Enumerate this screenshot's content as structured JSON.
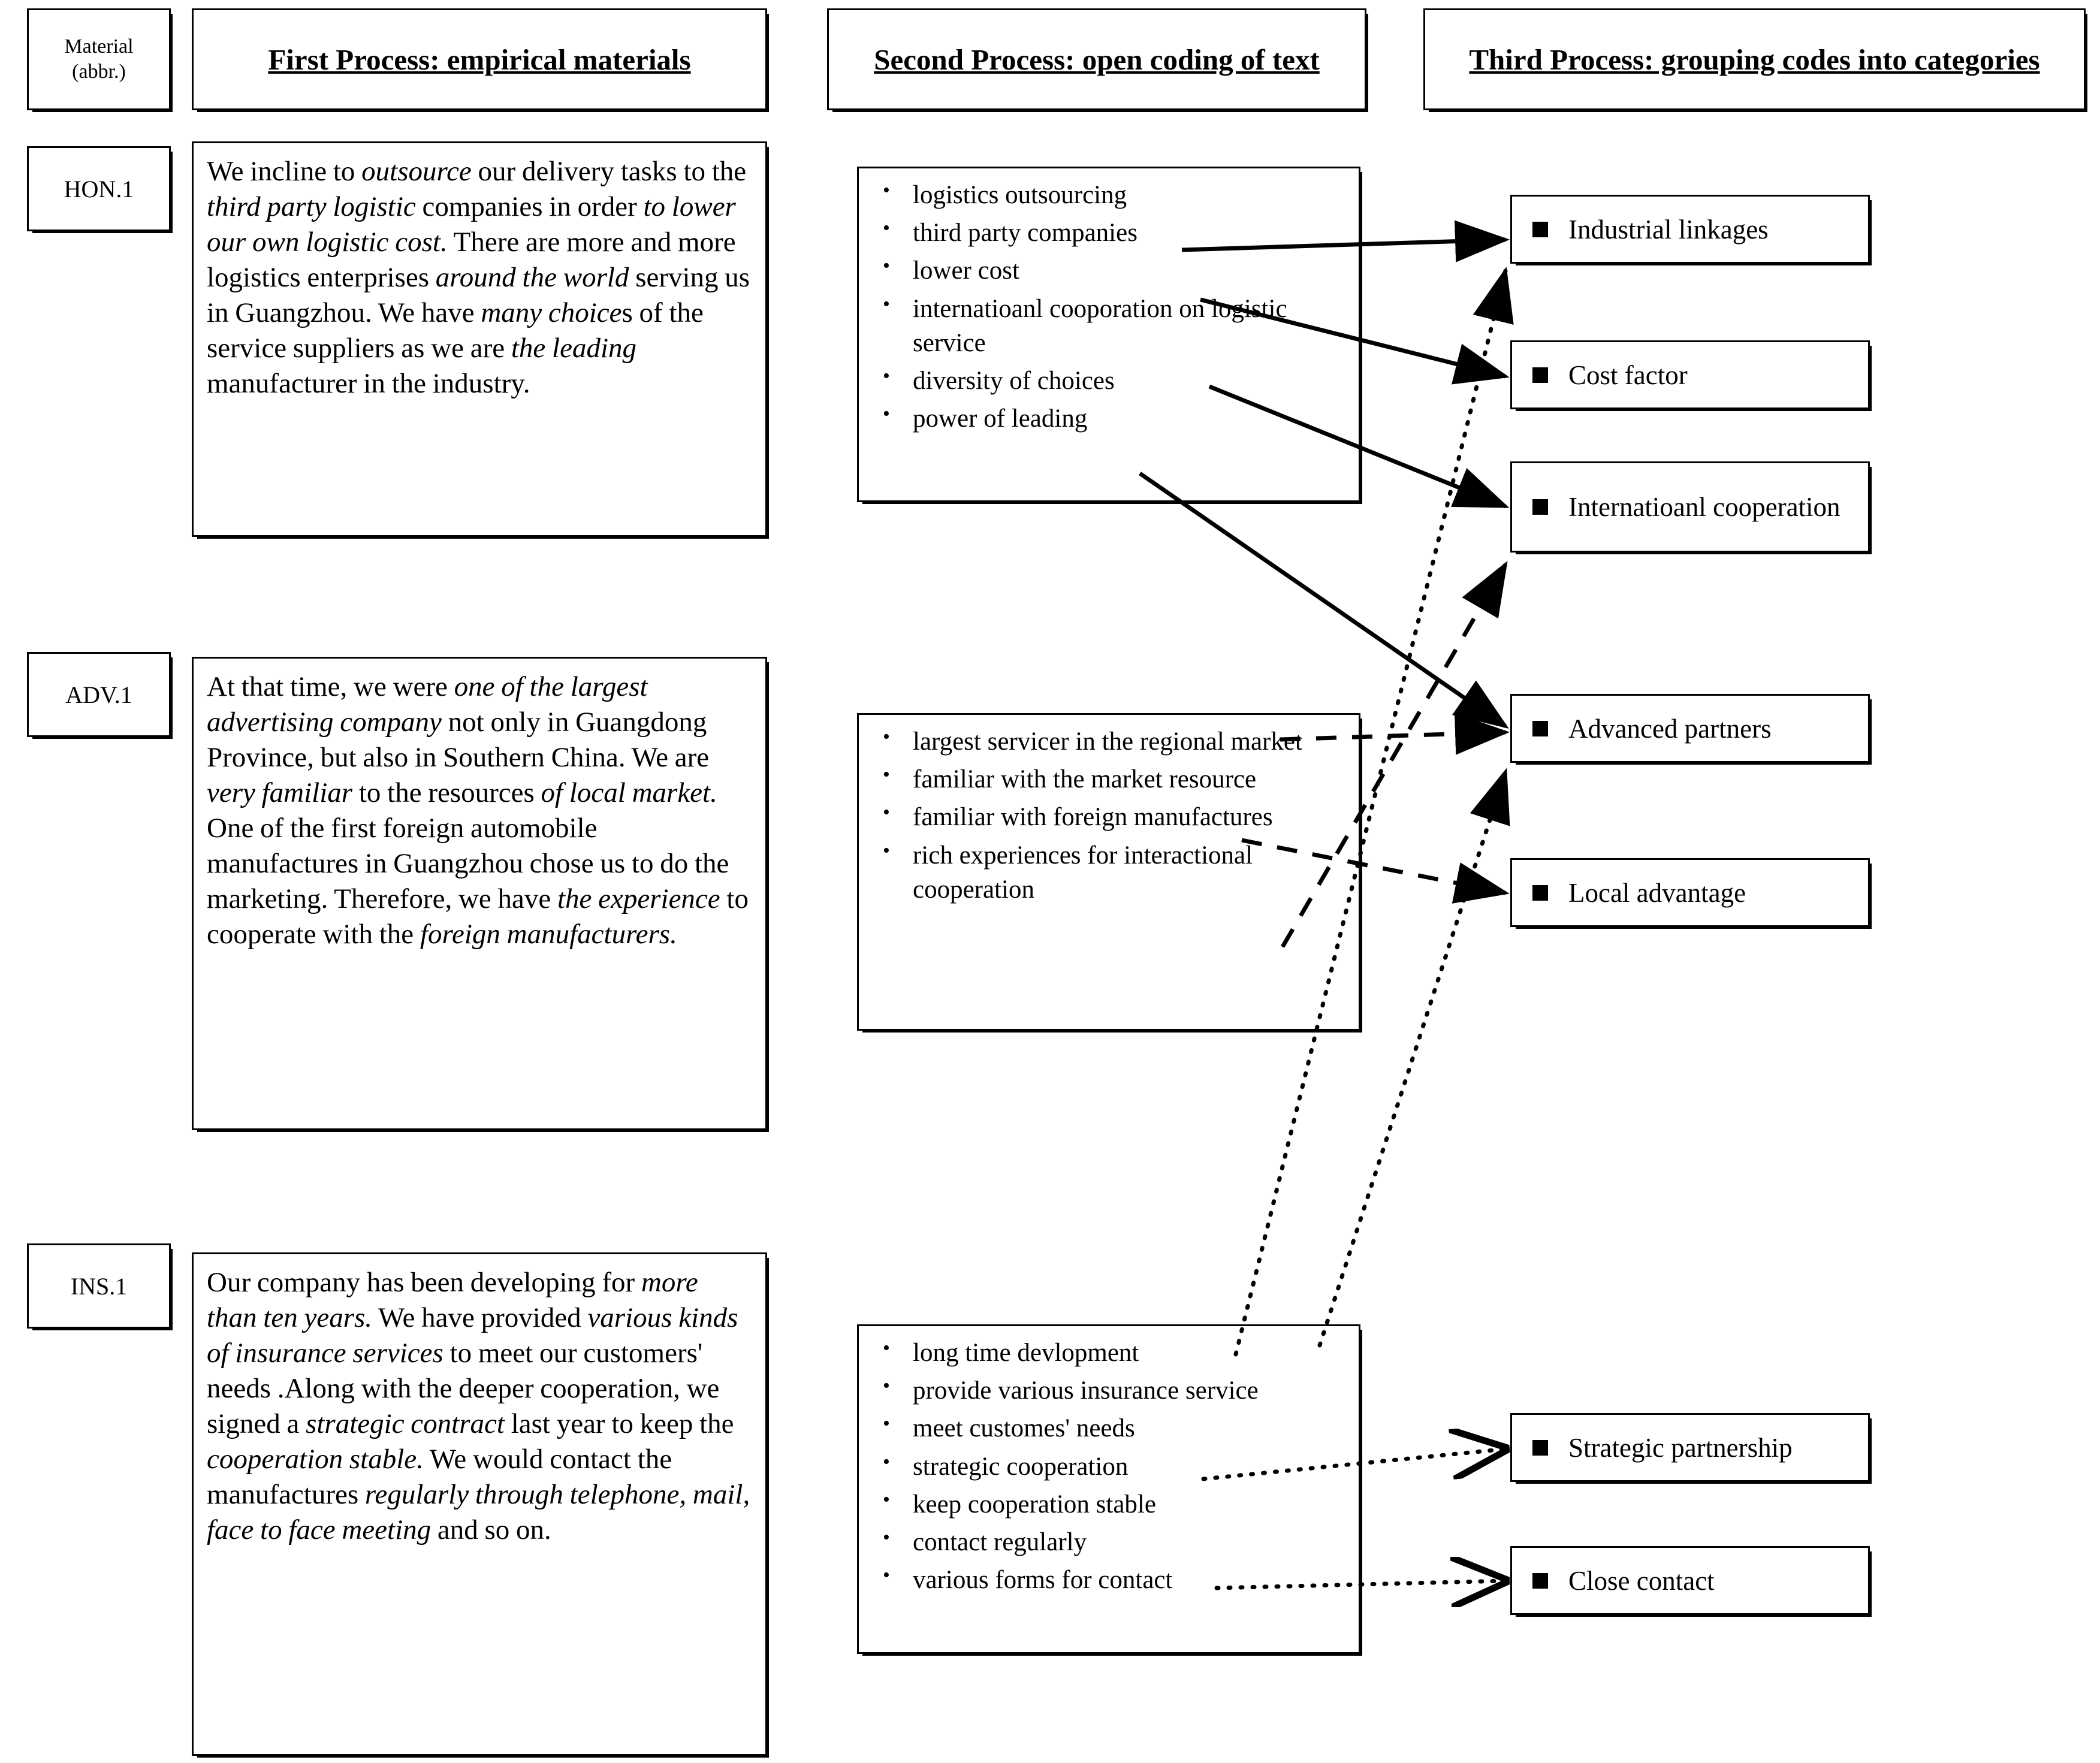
{
  "headers": {
    "material_col": [
      "Material",
      "(abbr.)"
    ],
    "first_process": "First Process: empirical materials",
    "second_process": "Second Process: open coding of text",
    "third_process": "Third Process: grouping codes into categories"
  },
  "materials": [
    {
      "abbr": "HON.1"
    },
    {
      "abbr": "ADV.1"
    },
    {
      "abbr": "INS.1"
    }
  ],
  "quotes": {
    "hon1_html": "We incline to <i>outsource</i> our delivery tasks to the <i>third party logistic</i> companies in order <i>to lower our own logistic cost.</i> There are more and more logistics enterprises <i>around the world</i> serving us in Guangzhou. We have <i>many choice</i>s of the service suppliers as we are <i>the leading</i> manufacturer in the industry.",
    "adv1_html": "At that time, we were <i>one of the largest advertising company</i> not only in Guangdong Province, but also in Southern China. We are <i>very familiar</i> to the resources <i>of local market.</i>  One of the first foreign automobile manufactures in Guangzhou chose us to do the marketing. Therefore, we have <i>the experience</i> to cooperate with the <i>foreign manufacturers.</i>",
    "ins1_html": "Our company has been developing for <i>more than ten years.</i> We have provided <i>various kinds of  insurance services</i> to meet our customers' needs .Along with the deeper cooperation, we signed a <i>strategic contract</i> last year to keep the <i>cooperation stable.</i> We would contact the manufactures <i>regularly through telephone, mail, face to face meeting</i> and so on."
  },
  "code_groups": [
    {
      "name": "hon1-codes",
      "items": [
        "logistics outsourcing",
        "third party companies",
        "lower cost",
        "internatioanl cooporation on logistic service",
        "diversity of choices",
        "power of leading"
      ]
    },
    {
      "name": "adv1-codes",
      "items": [
        "largest servicer in the regional market",
        "familiar with the market resource",
        "familiar with foreign manufactures",
        "rich experiences for interactional cooperation"
      ]
    },
    {
      "name": "ins1-codes",
      "items": [
        "long time devlopment",
        "provide various insurance service",
        "meet customes' needs",
        "strategic cooperation",
        "keep cooperation stable",
        "contact regularly",
        "various forms for contact"
      ]
    }
  ],
  "categories": [
    {
      "label": "Industrial linkages"
    },
    {
      "label": "Cost factor"
    },
    {
      "label": "Internatioanl cooperation"
    },
    {
      "label": "Advanced partners"
    },
    {
      "label": "Local advantage"
    },
    {
      "label": "Strategic partnership"
    },
    {
      "label": "Close contact"
    }
  ],
  "connectors": {
    "solid_from_hon1": [
      {
        "to": "Industrial linkages"
      },
      {
        "to": "Cost factor"
      },
      {
        "to": "Internatioanl cooperation"
      },
      {
        "to": "Advanced partners"
      }
    ],
    "dashed_from_adv1": [
      {
        "to": "Advanced partners"
      },
      {
        "to": "Local advantage"
      },
      {
        "to": "Internatioanl cooperation"
      }
    ],
    "dotted_from_ins1": [
      {
        "to": "Industrial linkages"
      },
      {
        "to": "Advanced partners"
      },
      {
        "to": "Strategic partnership"
      },
      {
        "to": "Close contact"
      }
    ]
  },
  "colors": {
    "ink": "#000000",
    "paper": "#ffffff"
  }
}
